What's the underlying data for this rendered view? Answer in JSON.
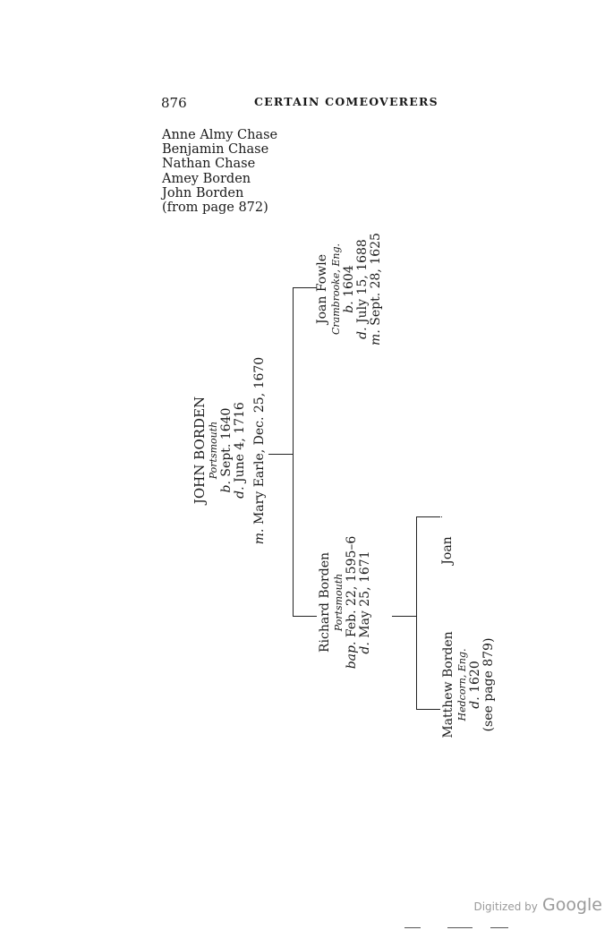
{
  "header": {
    "page_number": "876",
    "running_head": "CERTAIN COMEOVERERS"
  },
  "lineage": {
    "lines": [
      "Anne Almy Chase",
      "Benjamin Chase",
      "Nathan Chase",
      "Amey Borden",
      "John Borden",
      "(from page 872)"
    ]
  },
  "persons": {
    "john_borden": {
      "name": "JOHN BORDEN",
      "place": "Portsmouth",
      "born_label": "b.",
      "born": "Sept.  1640",
      "died_label": "d.",
      "died": "June  4,  1716",
      "married_label": "m.",
      "married": "Mary Earle, Dec. 25, 1670"
    },
    "joan_fowle": {
      "name": "Joan  Fowle",
      "place": "Crambrooke, Eng.",
      "born_label": "b.",
      "born": "1604",
      "died_label": "d.",
      "died": "July 15, 1688",
      "married_label": "m.",
      "married": "Sept. 28, 1625"
    },
    "richard_borden": {
      "name": "Richard Borden",
      "place": "Portsmouth",
      "bap_label": "bap.",
      "bap": "Feb. 22, 1595–6",
      "died_label": "d.",
      "died": "May 25, 1671"
    },
    "joan": {
      "name": "Joan"
    },
    "matthew_borden": {
      "name": "Matthew Borden",
      "place": "Hedcorn, Eng.",
      "died_label": "d.",
      "died": "1620",
      "ref": "(see page 879)"
    }
  },
  "footer": {
    "digitized_by": "Digitized by",
    "google": "Google"
  }
}
